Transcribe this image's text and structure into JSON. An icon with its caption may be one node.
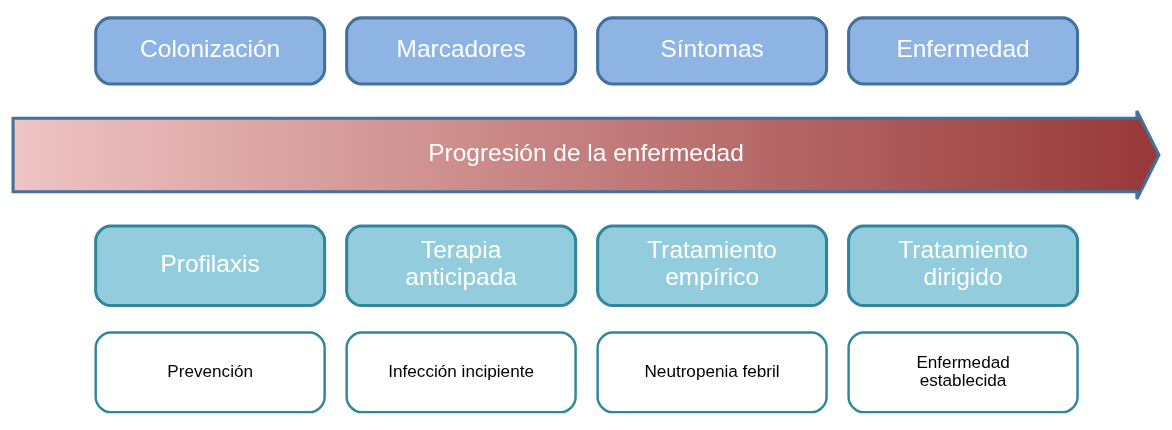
{
  "diagram": {
    "nodes": [
      {
        "text": [
          "Colonización"
        ]
      },
      {
        "text": [
          "Marcadores"
        ]
      },
      {
        "text": [
          "Síntomas"
        ]
      },
      {
        "text": [
          "Enfermedad"
        ]
      },
      {
        "text": [
          "Progresión de la enfermedad"
        ]
      },
      {
        "text": [
          "Profilaxis"
        ]
      },
      {
        "text": [
          "Terapia anticipada"
        ]
      },
      {
        "text": [
          "Tratamiento empírico"
        ]
      },
      {
        "text": [
          "Tratamiento dirigido"
        ]
      },
      {
        "text": [
          "Prevención"
        ]
      },
      {
        "text": [
          "Infección incipiente"
        ]
      },
      {
        "text": [
          "Neutropenia febril"
        ]
      },
      {
        "text": [
          "Enfermedad establecida"
        ]
      }
    ]
  }
}
